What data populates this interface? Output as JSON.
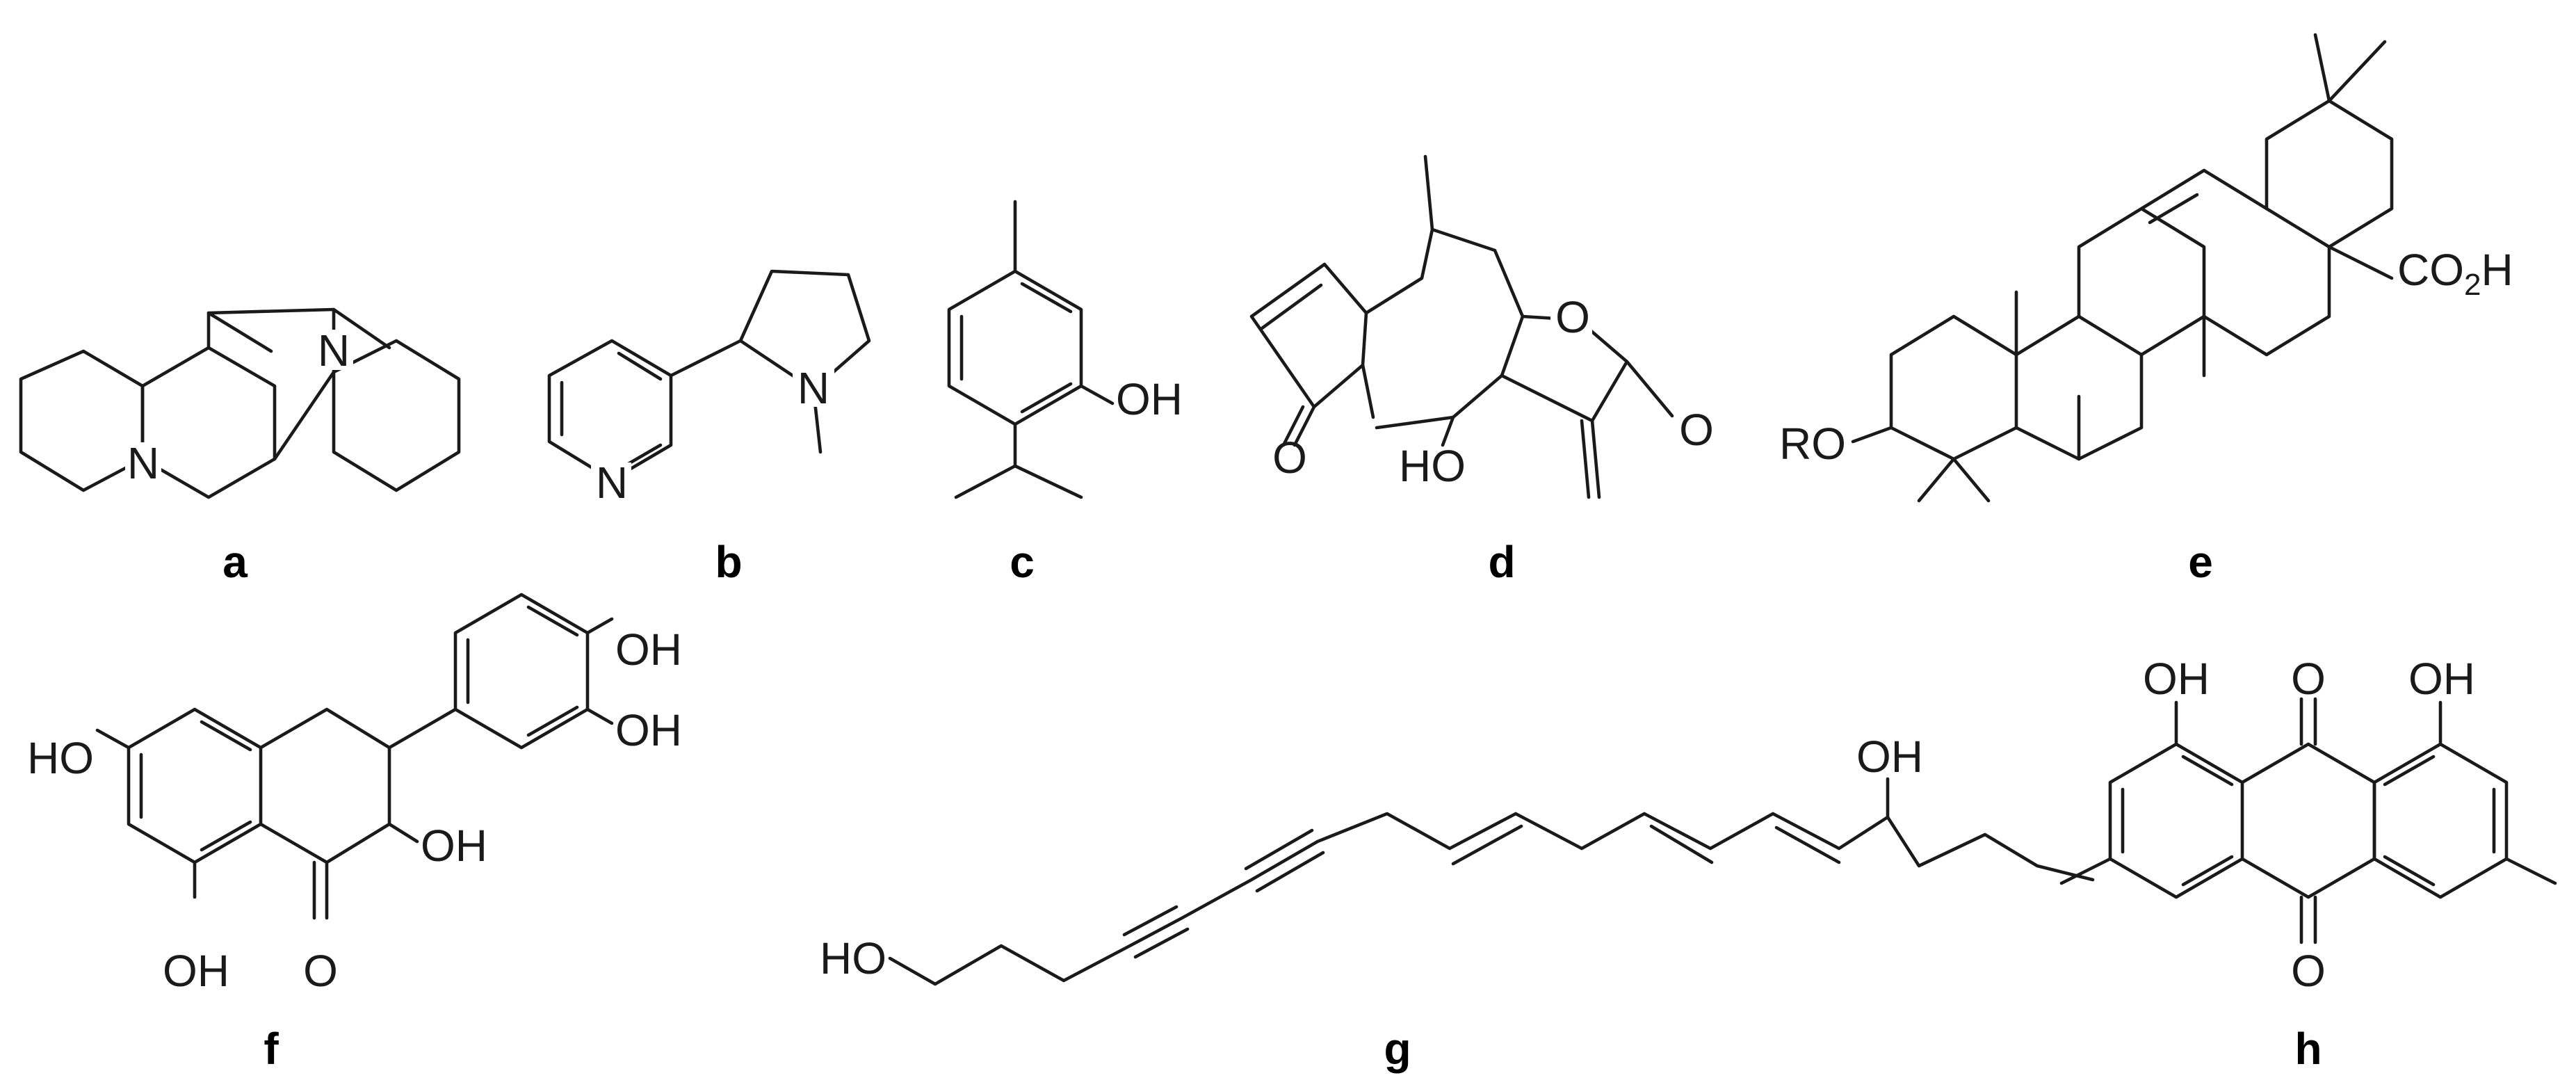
{
  "figure": {
    "compounds": [
      {
        "id": "a",
        "label": "a",
        "atoms": [
          "N",
          "N"
        ]
      },
      {
        "id": "b",
        "label": "b",
        "atoms": [
          "N",
          "N"
        ]
      },
      {
        "id": "c",
        "label": "c",
        "atoms": [
          "OH"
        ]
      },
      {
        "id": "d",
        "label": "d",
        "atoms": [
          "O",
          "O",
          "O",
          "HO"
        ]
      },
      {
        "id": "e",
        "label": "e",
        "atoms": [
          "RO",
          "CO",
          "2",
          "H"
        ]
      },
      {
        "id": "f",
        "label": "f",
        "atoms": [
          "OH",
          "OH",
          "HO",
          "OH",
          "O",
          "OH"
        ]
      },
      {
        "id": "g",
        "label": "g",
        "atoms": [
          "HO",
          "OH"
        ]
      },
      {
        "id": "h",
        "label": "h",
        "atoms": [
          "OH",
          "O",
          "OH",
          "O"
        ]
      }
    ]
  },
  "colors": {
    "ink": "#1a1a1a",
    "background": "#ffffff"
  }
}
